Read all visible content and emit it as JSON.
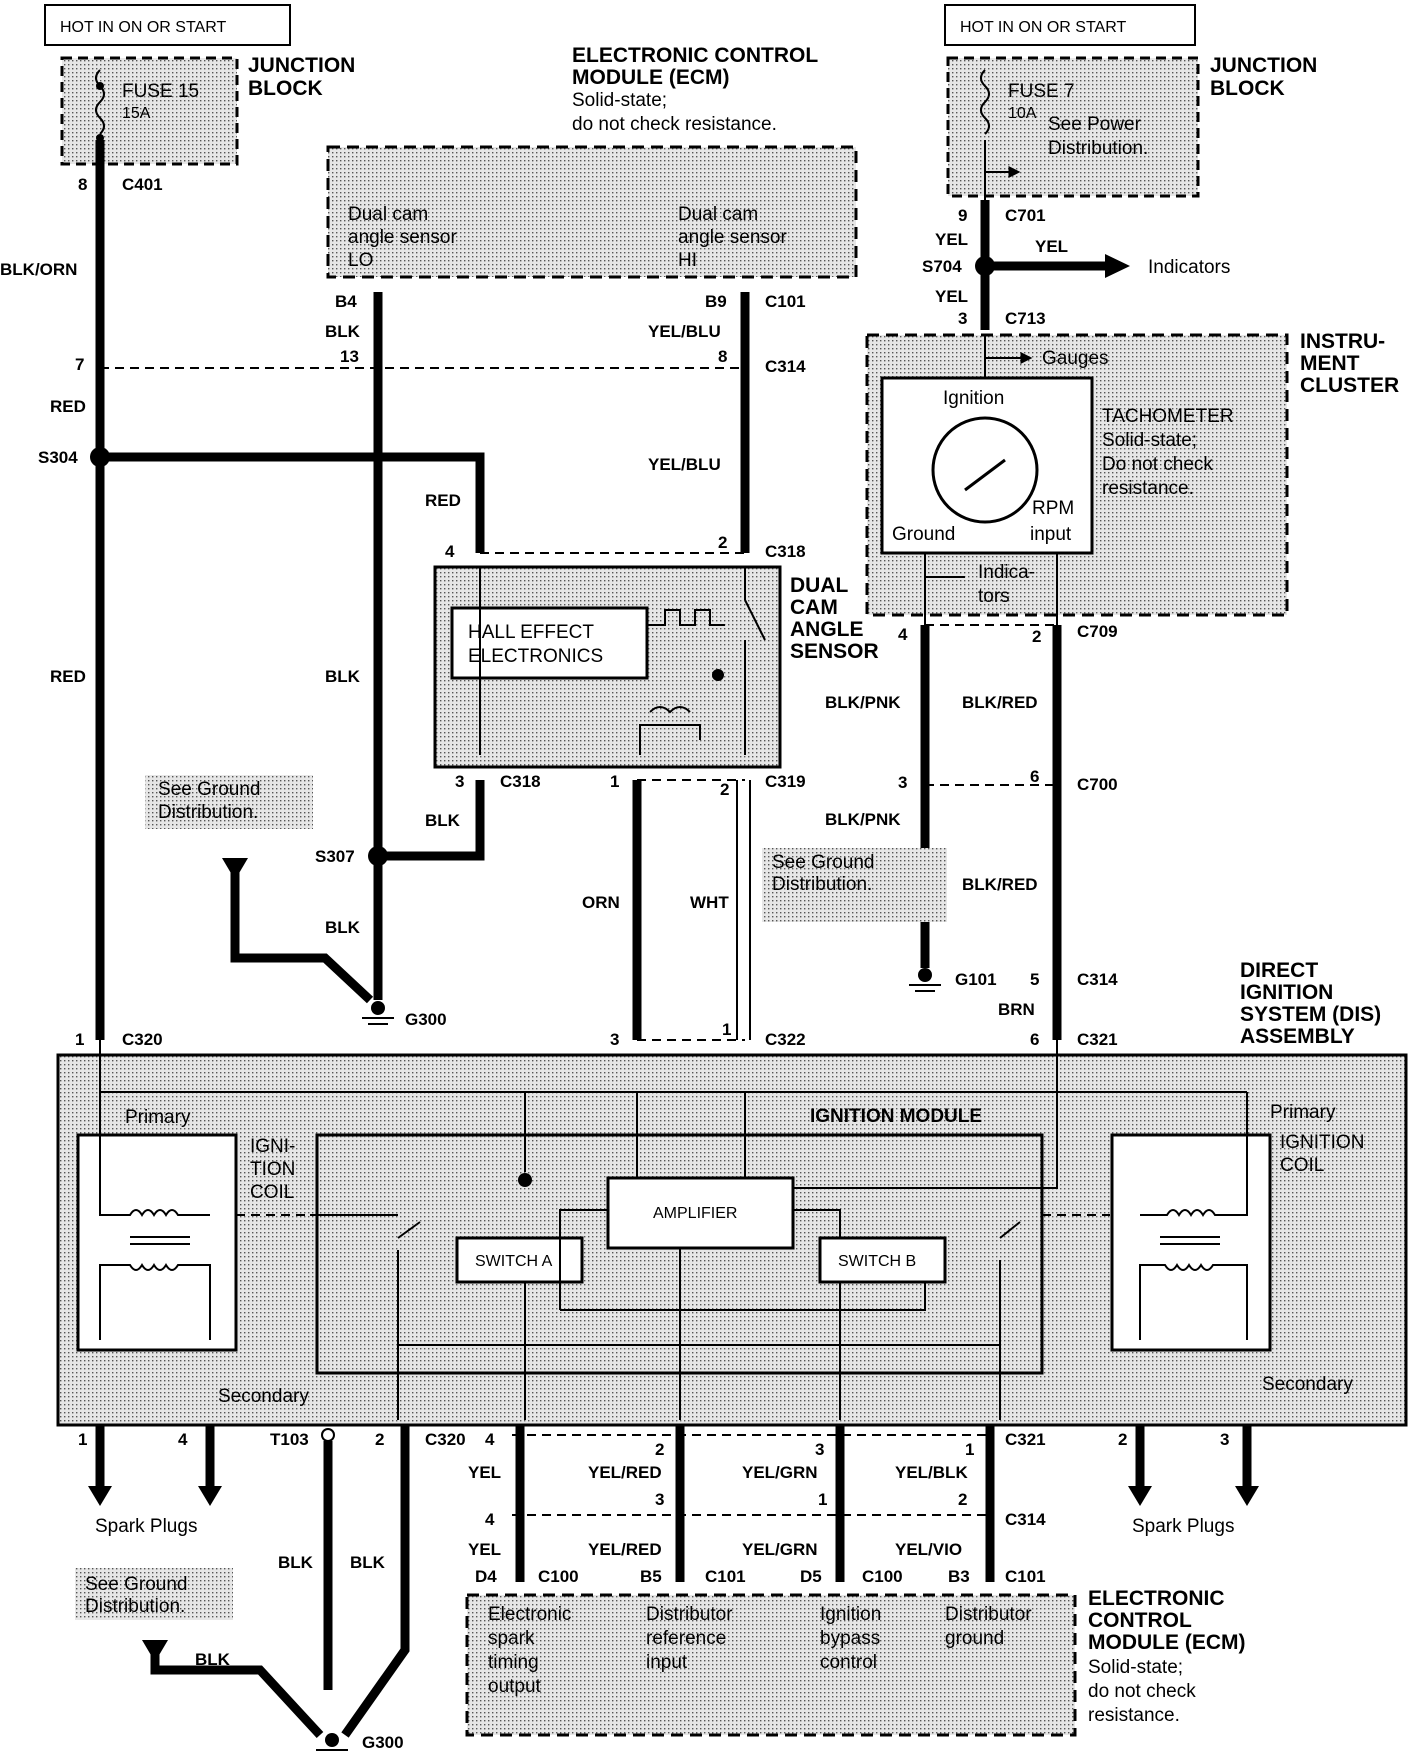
{
  "top_left": {
    "hot_label": "HOT IN ON OR START",
    "junction_line1": "JUNCTION",
    "junction_line2": "BLOCK",
    "fuse_name": "FUSE 15",
    "fuse_rating": "15A"
  },
  "top_right": {
    "hot_label": "HOT IN ON OR START",
    "junction_line1": "JUNCTION",
    "junction_line2": "BLOCK",
    "fuse_name": "FUSE 7",
    "fuse_rating": "10A",
    "see_power1": "See Power",
    "see_power2": "Distribution."
  },
  "ecm_top": {
    "title1": "ELECTRONIC CONTROL",
    "title2": "MODULE (ECM)",
    "note1": "Solid-state;",
    "note2": "do not check resistance.",
    "lo_line1": "Dual cam",
    "lo_line2": "angle sensor",
    "lo_line3": "LO",
    "hi_line1": "Dual cam",
    "hi_line2": "angle sensor",
    "hi_line3": "HI"
  },
  "sensor": {
    "hall1": "HALL EFFECT",
    "hall2": "ELECTRONICS",
    "t1": "DUAL",
    "t2": "CAM",
    "t3": "ANGLE",
    "t4": "SENSOR"
  },
  "cluster": {
    "t1": "INSTRU-",
    "t2": "MENT",
    "t3": "CLUSTER",
    "gauges": "Gauges",
    "ignition": "Ignition",
    "ground": "Ground",
    "rpm1": "RPM",
    "rpm2": "input",
    "tach_t": "TACHOMETER",
    "tach_n1": "Solid-state;",
    "tach_n2": "Do not check",
    "tach_n3": "resistance.",
    "indica1": "Indica-",
    "indica2": "tors"
  },
  "labels": {
    "indicators": "Indicators"
  },
  "wires": {
    "blk_orn": "BLK/ORN",
    "red": "RED",
    "blk": "BLK",
    "yel_blu": "YEL/BLU",
    "yel": "YEL",
    "orn": "ORN",
    "wht": "WHT",
    "blk_pnk": "BLK/PNK",
    "blk_red": "BLK/RED",
    "brn": "BRN",
    "yel_red": "YEL/RED",
    "yel_grn": "YEL/GRN",
    "yel_blk": "YEL/BLK",
    "yel_vio": "YEL/VIO"
  },
  "conn": {
    "c401_pin": "8",
    "c401": "C401",
    "c314_pin7": "7",
    "c314_pin13": "13",
    "c314_pin8": "8",
    "c314_pin5": "5",
    "c314": "C314",
    "c320_pin1": "1",
    "c320": "C320",
    "b4": "B4",
    "b9": "B9",
    "c101": "C101",
    "c318": "C318",
    "c318_pin4": "4",
    "c318_pin2": "2",
    "c318_pin3": "3",
    "c319": "C319",
    "c319_pin1": "1",
    "c319_pin2": "2",
    "c322": "C322",
    "c322_pin3": "3",
    "c322_pin1": "1",
    "c701_pin": "9",
    "c701": "C701",
    "c713_pin": "3",
    "c713": "C713",
    "c709": "C709",
    "c709_pin4": "4",
    "c709_pin2": "2",
    "c700": "C700",
    "c700_pin3": "3",
    "c700_pin6": "6",
    "c321": "C321",
    "c321_pin6": "6"
  },
  "splice": {
    "s304": "S304",
    "s307": "S307",
    "s704": "S704"
  },
  "grounds": {
    "g300": "G300",
    "g101": "G101"
  },
  "notes": {
    "see_ground1": "See Ground",
    "see_ground2": "Distribution."
  },
  "dis": {
    "t1": "DIRECT",
    "t2": "IGNITION",
    "t3": "SYSTEM (DIS)",
    "t4": "ASSEMBLY",
    "primary": "Primary",
    "secondary": "Secondary",
    "coil1": "IGNI-",
    "coil2": "TION",
    "coil3": "COIL",
    "coil_r1": "IGNITION",
    "coil_r2": "COIL",
    "module": "IGNITION MODULE",
    "amplifier": "AMPLIFIER",
    "switch_a": "SWITCH A",
    "switch_b": "SWITCH B"
  },
  "bottom": {
    "pin1": "1",
    "pin4": "4",
    "pin2": "2",
    "pin3": "3",
    "spark": "Spark Plugs",
    "t103": "T103",
    "c320_pin2": "2",
    "c321_p4": "4",
    "c321_p2": "2",
    "c321_p3": "3",
    "c321_p1": "1",
    "c314_p3": "3",
    "c314_p1": "1",
    "c314_p2": "2",
    "c314_p4": "4",
    "d4": "D4",
    "c100": "C100",
    "b5": "B5",
    "d5": "D5",
    "b3": "B3"
  },
  "ecm_bottom": {
    "c1_1": "Electronic",
    "c1_2": "spark",
    "c1_3": "timing",
    "c1_4": "output",
    "c2_1": "Distributor",
    "c2_2": "reference",
    "c2_3": "input",
    "c3_1": "Ignition",
    "c3_2": "bypass",
    "c3_3": "control",
    "c4_1": "Distributor",
    "c4_2": "ground",
    "t1": "ELECTRONIC",
    "t2": "CONTROL",
    "t3": "MODULE (ECM)",
    "n1": "Solid-state;",
    "n2": "do not check",
    "n3": "resistance."
  }
}
